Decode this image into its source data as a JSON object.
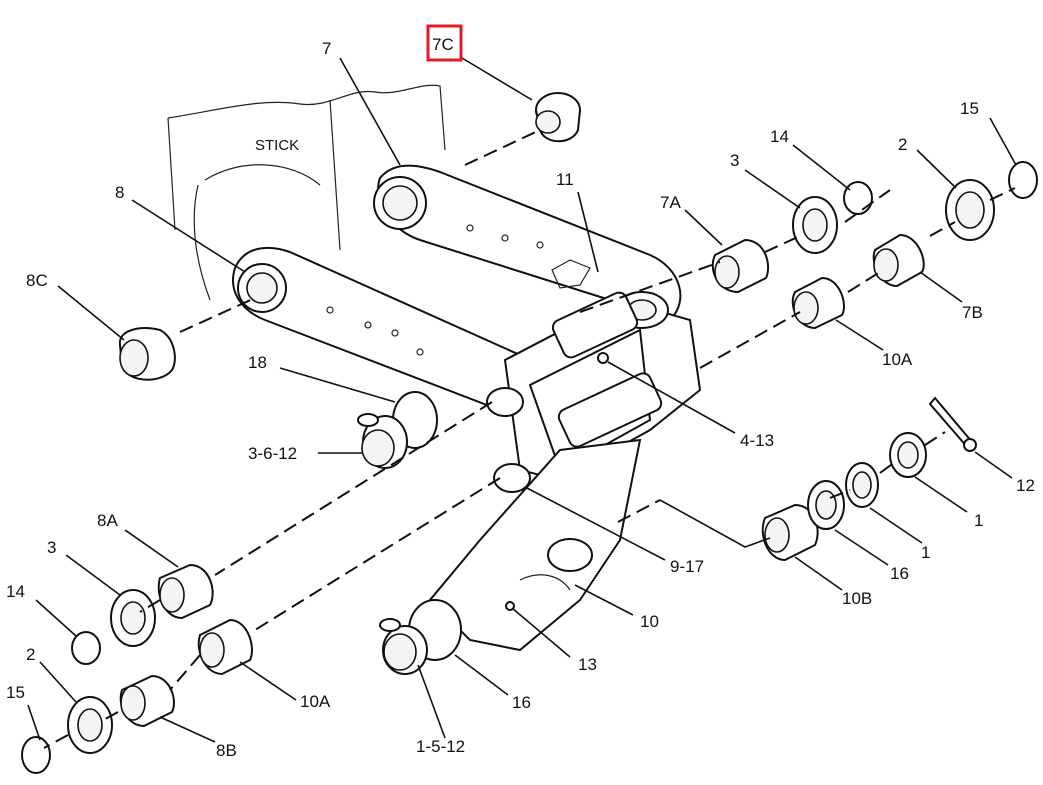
{
  "highlighted_callout": "7C",
  "stick_label": "STICK",
  "callouts": {
    "c7": "7",
    "c7C": "7C",
    "c8": "8",
    "c8C": "8C",
    "c11": "11",
    "c14_top": "14",
    "c3_top": "3",
    "c7A": "7A",
    "c2_top": "2",
    "c15_top": "15",
    "c7B": "7B",
    "c10A_right": "10A",
    "c18": "18",
    "c3_6_12": "3-6-12",
    "c4_13": "4-13",
    "c12": "12",
    "c1_a": "1",
    "c1_b": "1",
    "c16_right": "16",
    "c10B": "10B",
    "c9_17": "9-17",
    "c8A": "8A",
    "c3_left": "3",
    "c14_left": "14",
    "c2_left": "2",
    "c15_left": "15",
    "c10A_left": "10A",
    "c8B": "8B",
    "c10": "10",
    "c13": "13",
    "c16_bottom": "16",
    "c1_5_12": "1-5-12"
  },
  "colors": {
    "highlight": "#e01b24",
    "line": "#111111"
  }
}
